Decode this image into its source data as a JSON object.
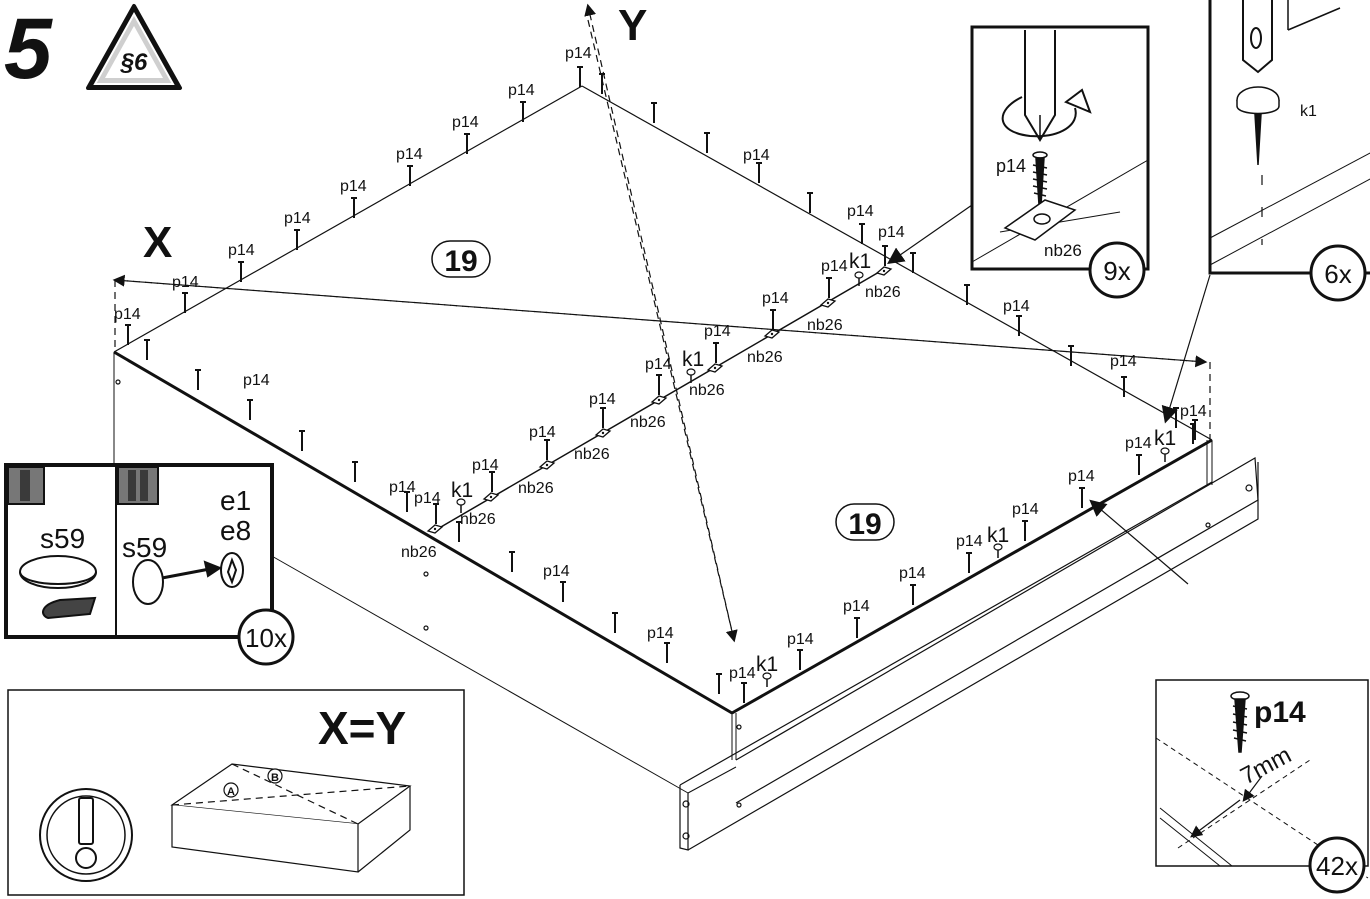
{
  "step": {
    "number": "5",
    "section": "§6"
  },
  "axes": {
    "x": "X",
    "y": "Y"
  },
  "parts": {
    "panel": "19",
    "screw": "p14",
    "nail": "k1",
    "clip": "nb26",
    "cap": "s59",
    "cap_alt": [
      "e1",
      "e8"
    ]
  },
  "callouts": {
    "screw_detail": {
      "part": "p14",
      "clip": "nb26",
      "count": "9x"
    },
    "nail_detail": {
      "part": "k1",
      "count": "6x"
    },
    "cap_detail": {
      "step_one": "I",
      "step_two": "II",
      "count": "10x"
    },
    "spacing_detail": {
      "part": "p14",
      "distance": "7mm",
      "count": "42x"
    },
    "square_check": {
      "formula": "X=Y",
      "diag_a": "A",
      "diag_b": "B"
    }
  },
  "colors": {
    "ink": "#111111",
    "muted_gray": "#777777",
    "warning_gray": "#cfcfcf",
    "tab_dark": "#3a3a3a"
  }
}
